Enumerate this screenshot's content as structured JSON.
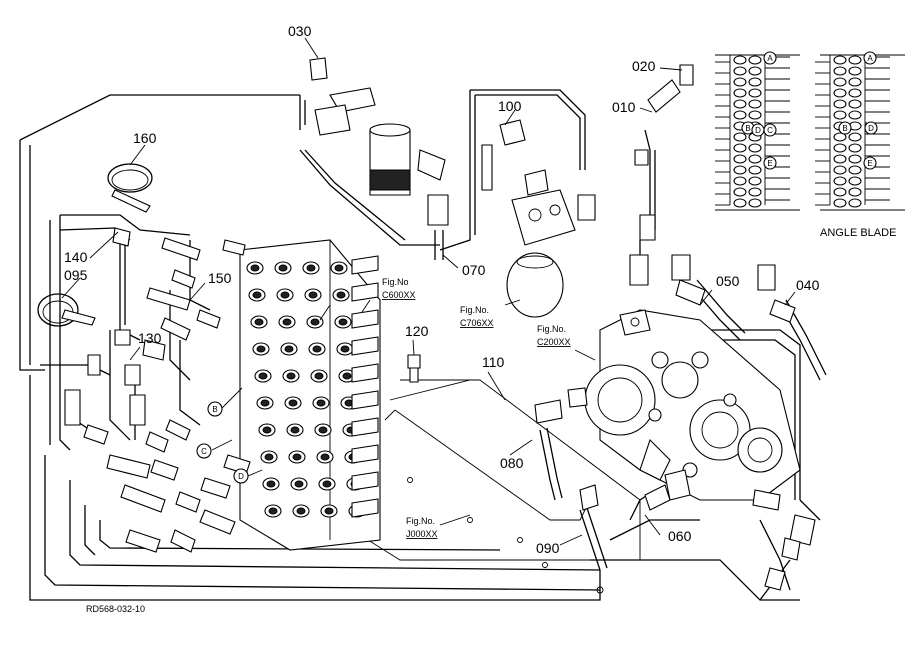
{
  "callouts": {
    "p010": "010",
    "p020": "020",
    "p030": "030",
    "p040": "040",
    "p050": "050",
    "p060": "060",
    "p070": "070",
    "p080": "080",
    "p090": "090",
    "p095": "095",
    "p100": "100",
    "p110": "110",
    "p120": "120",
    "p130": "130",
    "p140": "140",
    "p150": "150",
    "p160": "160"
  },
  "letters": {
    "a": "A",
    "b": "B",
    "c": "C",
    "d": "D",
    "e": "E"
  },
  "fig_refs": {
    "c600_prefix": "Fig.No",
    "c600_code": "C600XX",
    "c706_prefix": "Fig.No.",
    "c706_code": "C706XX",
    "c200_prefix": "Fig.No.",
    "c200_code": "C200XX",
    "j000_prefix": "Fig.No.",
    "j000_code": "J000XX"
  },
  "inset_caption": "ANGLE BLADE",
  "drawing_number": "RD568-032-10"
}
